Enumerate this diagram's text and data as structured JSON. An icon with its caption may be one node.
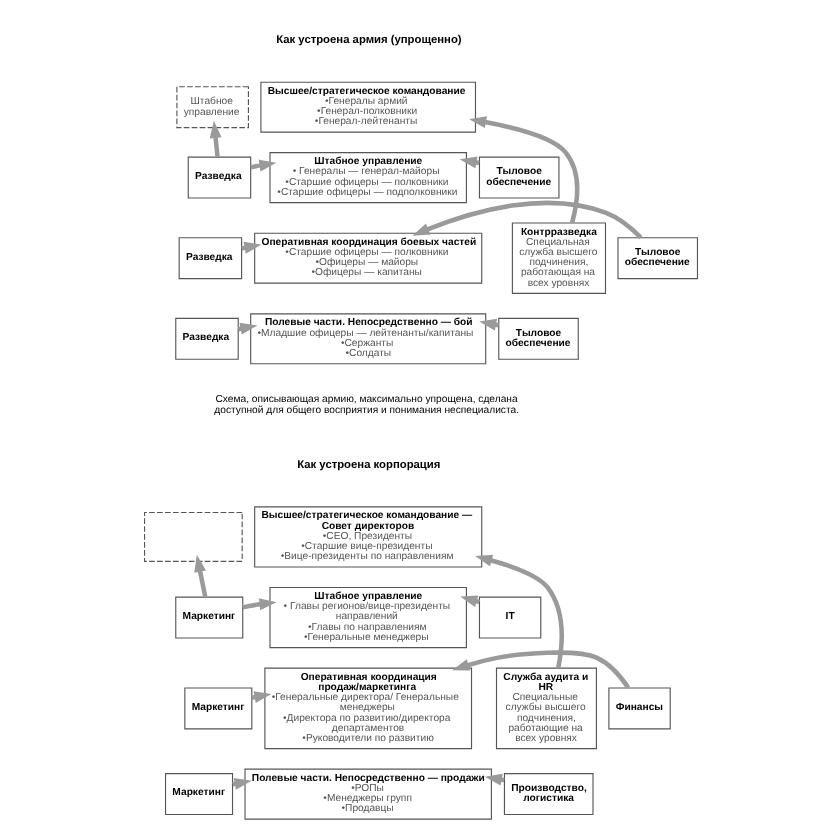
{
  "diagram": {
    "nodes": [
      {
        "text": [
          "Штабное управление"
        ]
      },
      {
        "text": [
          "Высшее/стратегическое командование",
          "•Генералы армий",
          "•Генерал-полковники",
          "•Генерал-лейтенанты"
        ]
      },
      {
        "text": [
          "Разведка"
        ]
      },
      {
        "text": [
          "Штабное управление",
          "• Генералы — генерал-майоры",
          "•Старшие офицеры — полковники",
          "•Старшие офицеры — подполковники"
        ]
      },
      {
        "text": [
          "Контрразведка",
          "Специальная служба высшего подчинения, работающая на всех уровнях"
        ]
      },
      {
        "text": [
          "Тыловое обеспечение"
        ]
      },
      {
        "text": [
          "Разведка"
        ]
      },
      {
        "text": [
          "Оперативная координация боевых частей",
          "•Старшие офицеры — полковники",
          "•Офицеры — майоры",
          "•Офицеры — капитаны"
        ]
      },
      {
        "text": [
          "Тыловое обеспечение"
        ]
      },
      {
        "text": [
          "Разведка"
        ]
      },
      {
        "text": [
          "Полевые части. Непосредственно — бой",
          "•Младшие офицеры — лейтенанты/капитаны",
          "•Сержанты",
          "•Солдаты"
        ]
      },
      {
        "text": [
          "Тыловое обеспечение"
        ]
      },
      {
        "text": [],
        "shape": "box"
      },
      {
        "text": [
          "Высшее/стратегическое командование — Совет директоров",
          "•CEO, Президенты",
          "•Старшие вице-президенты",
          "•Вице-президенты по направлениям"
        ]
      },
      {
        "text": [
          "Маркетинг"
        ]
      },
      {
        "text": [
          "Штабное управление",
          "• Главы регионов/вице-президенты направлений",
          "•Главы по направлениям",
          "•Генеральные менеджеры"
        ]
      },
      {
        "text": [
          "Служба аудита и HR",
          "Специальные службы высшего подчинения, работающие на всех уровнях"
        ]
      },
      {
        "text": [
          "IT"
        ]
      },
      {
        "text": [
          "Маркетинг"
        ]
      },
      {
        "text": [
          "Оперативная координация продаж/маркетинга",
          "•Генеральные директора/ Генеральные менеджеры",
          "•Директора по развитию/директора департаментов",
          "•Руководители по развитию"
        ]
      },
      {
        "text": [
          "Финансы"
        ]
      },
      {
        "text": [
          "Маркетинг"
        ]
      },
      {
        "text": [
          "Полевые части. Непосредственно — продажи",
          "•РОПы",
          "•Менеджеры групп",
          "•Продавцы"
        ]
      },
      {
        "text": [
          "Производство, логистика"
        ]
      }
    ],
    "edges": [
      {
        "from": 2,
        "to": 0,
        "arrow": "to"
      },
      {
        "from": 4,
        "to": 1,
        "arrow": "to"
      },
      {
        "from": 2,
        "to": 3,
        "arrow": "to"
      },
      {
        "from": 5,
        "to": 3,
        "arrow": "to"
      },
      {
        "from": 6,
        "to": 7,
        "arrow": "to"
      },
      {
        "from": 8,
        "to": 7,
        "arrow": "to"
      },
      {
        "from": 9,
        "to": 10,
        "arrow": "to"
      },
      {
        "from": 11,
        "to": 10,
        "arrow": "to"
      },
      {
        "from": 14,
        "to": 12,
        "arrow": "to"
      },
      {
        "from": 16,
        "to": 13,
        "arrow": "to"
      },
      {
        "from": 14,
        "to": 15,
        "arrow": "to"
      },
      {
        "from": 17,
        "to": 15,
        "arrow": "to"
      },
      {
        "from": 18,
        "to": 19,
        "arrow": "to"
      },
      {
        "from": 20,
        "to": 19,
        "arrow": "to"
      },
      {
        "from": 21,
        "to": 22,
        "arrow": "to"
      },
      {
        "from": 23,
        "to": 22,
        "arrow": "to"
      }
    ],
    "labels": [
      "Как устроена армия (упрощенно)",
      "Схема, описывающая армию, максимально упрощена, сделана доступной для общего восприятия и понимания неспециалиста.",
      "Как устроена корпорация"
    ]
  }
}
